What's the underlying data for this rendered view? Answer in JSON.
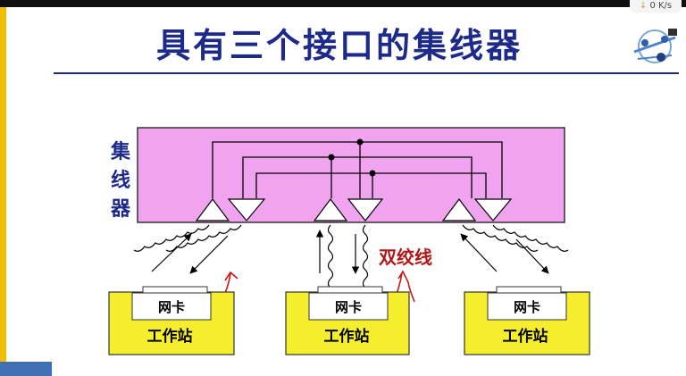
{
  "title": "具有三个接口的集线器",
  "hub": {
    "label_chars": [
      "集",
      "线",
      "器"
    ]
  },
  "twisted_pair_label": "双绞线",
  "nic_labels": [
    "网卡",
    "网卡",
    "网卡"
  ],
  "station_labels": [
    "工作站",
    "工作站",
    "工作站"
  ],
  "speed_indicator": {
    "arrow": "↓",
    "value": "0",
    "unit": "K/s"
  },
  "colors": {
    "hub_fill": "#f0a4f0",
    "station_fill": "#f5ee2c",
    "title_color": "#1d2a8a",
    "annotation_red": "#b01818"
  }
}
